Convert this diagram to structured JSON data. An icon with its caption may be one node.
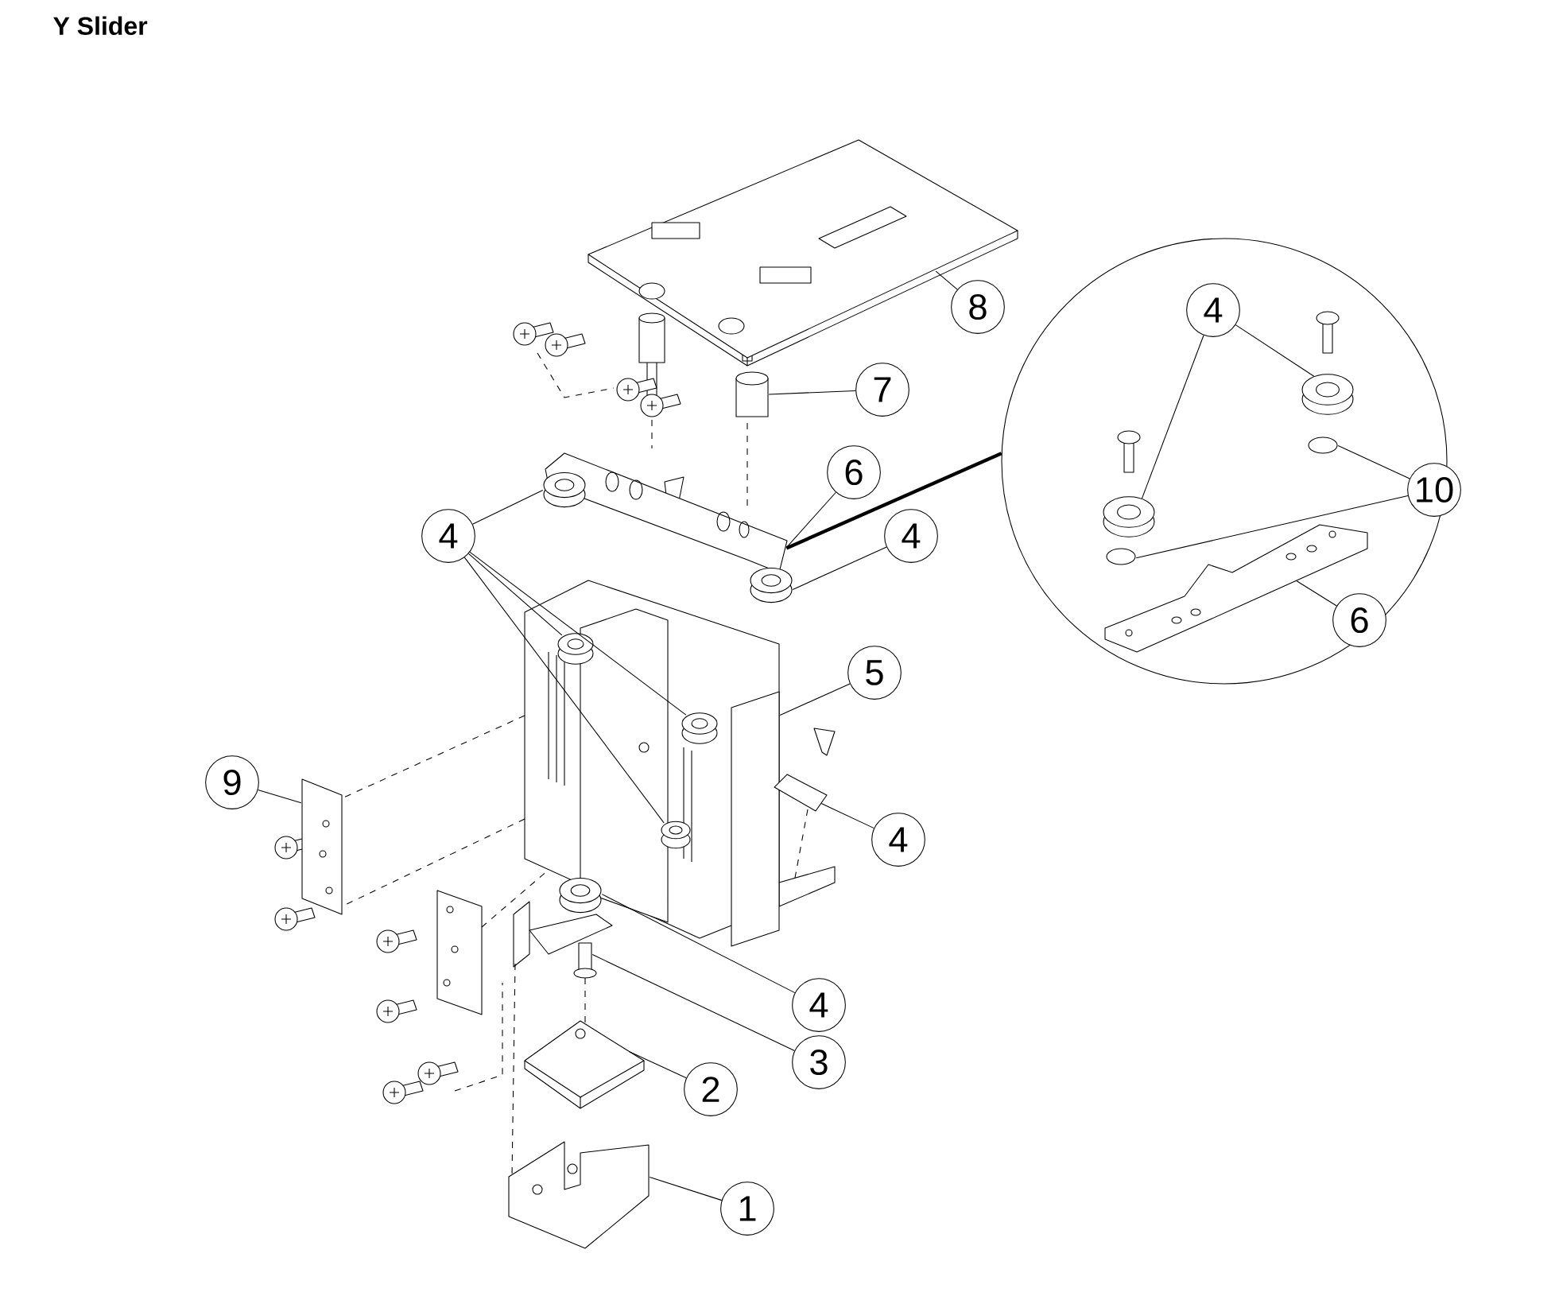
{
  "diagram": {
    "title": "Y Slider",
    "nodes": [
      {
        "text": [
          "8"
        ]
      },
      {
        "text": [
          "7"
        ]
      },
      {
        "text": [
          "6"
        ]
      },
      {
        "text": [
          "4"
        ]
      },
      {
        "text": [
          "4"
        ]
      },
      {
        "text": [
          "5"
        ]
      },
      {
        "text": [
          "9"
        ]
      },
      {
        "text": [
          "4"
        ]
      },
      {
        "text": [
          "4"
        ]
      },
      {
        "text": [
          "3"
        ]
      },
      {
        "text": [
          "2"
        ]
      },
      {
        "text": [
          "1"
        ]
      },
      {
        "text": [],
        "shape": "circle"
      },
      {
        "text": [
          "4"
        ],
        "in": 12
      },
      {
        "text": [
          "10"
        ],
        "in": 12
      },
      {
        "text": [
          "6"
        ],
        "in": 12
      },
      {
        "text": [],
        "shape": "picture"
      },
      {
        "text": [],
        "shape": "cylinder"
      },
      {
        "text": [],
        "shape": "picture"
      },
      {
        "text": [],
        "shape": "cylinder"
      },
      {
        "text": [],
        "shape": "cylinder"
      },
      {
        "text": [],
        "shape": "picture"
      },
      {
        "text": [],
        "shape": "cylinder",
        "in": 21
      },
      {
        "text": [],
        "shape": "cylinder",
        "in": 21
      },
      {
        "text": [],
        "shape": "cylinder",
        "in": 21
      },
      {
        "text": [],
        "shape": "picture"
      },
      {
        "text": [],
        "shape": "picture"
      },
      {
        "text": [],
        "shape": "cylinder"
      },
      {
        "text": [],
        "shape": "picture"
      },
      {
        "text": [],
        "shape": "picture"
      },
      {
        "text": [],
        "shape": "picture"
      },
      {
        "text": [],
        "shape": "cylinder",
        "in": 12
      },
      {
        "text": [],
        "shape": "cylinder",
        "in": 12
      },
      {
        "text": [],
        "shape": "circle",
        "in": 12
      },
      {
        "text": [],
        "shape": "circle",
        "in": 12
      },
      {
        "text": [],
        "shape": "picture",
        "in": 12
      },
      {
        "text": [],
        "shape": "picture"
      },
      {
        "text": [],
        "shape": "picture"
      }
    ],
    "edges": [
      {
        "from": 0,
        "to": 16,
        "arrow": "none"
      },
      {
        "from": 1,
        "to": 17,
        "arrow": "none"
      },
      {
        "from": 2,
        "to": 18,
        "arrow": "none"
      },
      {
        "from": 3,
        "to": 19,
        "arrow": "none"
      },
      {
        "from": 3,
        "to": 22,
        "arrow": "none"
      },
      {
        "from": 3,
        "to": 23,
        "arrow": "none"
      },
      {
        "from": 3,
        "to": 24,
        "arrow": "none"
      },
      {
        "from": 4,
        "to": 20,
        "arrow": "none"
      },
      {
        "from": 5,
        "to": 21,
        "arrow": "none"
      },
      {
        "from": 6,
        "to": 25,
        "arrow": "none"
      },
      {
        "from": 7,
        "to": 26,
        "arrow": "none"
      },
      {
        "from": 8,
        "to": 27,
        "arrow": "none"
      },
      {
        "from": 9,
        "to": 28,
        "arrow": "none"
      },
      {
        "from": 10,
        "to": 29,
        "arrow": "none"
      },
      {
        "from": 11,
        "to": 30,
        "arrow": "none"
      },
      {
        "from": 13,
        "to": 31,
        "arrow": "none"
      },
      {
        "from": 13,
        "to": 32,
        "arrow": "none"
      },
      {
        "from": 14,
        "to": 33,
        "arrow": "none"
      },
      {
        "from": 14,
        "to": 34,
        "arrow": "none"
      },
      {
        "from": 15,
        "to": 35,
        "arrow": "none"
      },
      {
        "from": 12,
        "to": 18,
        "arrow": "none",
        "style": "thick"
      },
      {
        "from": 21,
        "to": 25,
        "arrow": "none",
        "style": "dashed"
      },
      {
        "from": 21,
        "to": 25,
        "arrow": "none",
        "style": "dashed"
      },
      {
        "from": 26,
        "to": 21,
        "arrow": "none",
        "style": "dashed"
      },
      {
        "from": 28,
        "to": 29,
        "arrow": "none",
        "style": "dashed"
      },
      {
        "from": 36,
        "to": 21,
        "arrow": "none",
        "style": "dashed"
      },
      {
        "from": 37,
        "to": 30,
        "arrow": "none",
        "style": "dashed"
      }
    ]
  }
}
